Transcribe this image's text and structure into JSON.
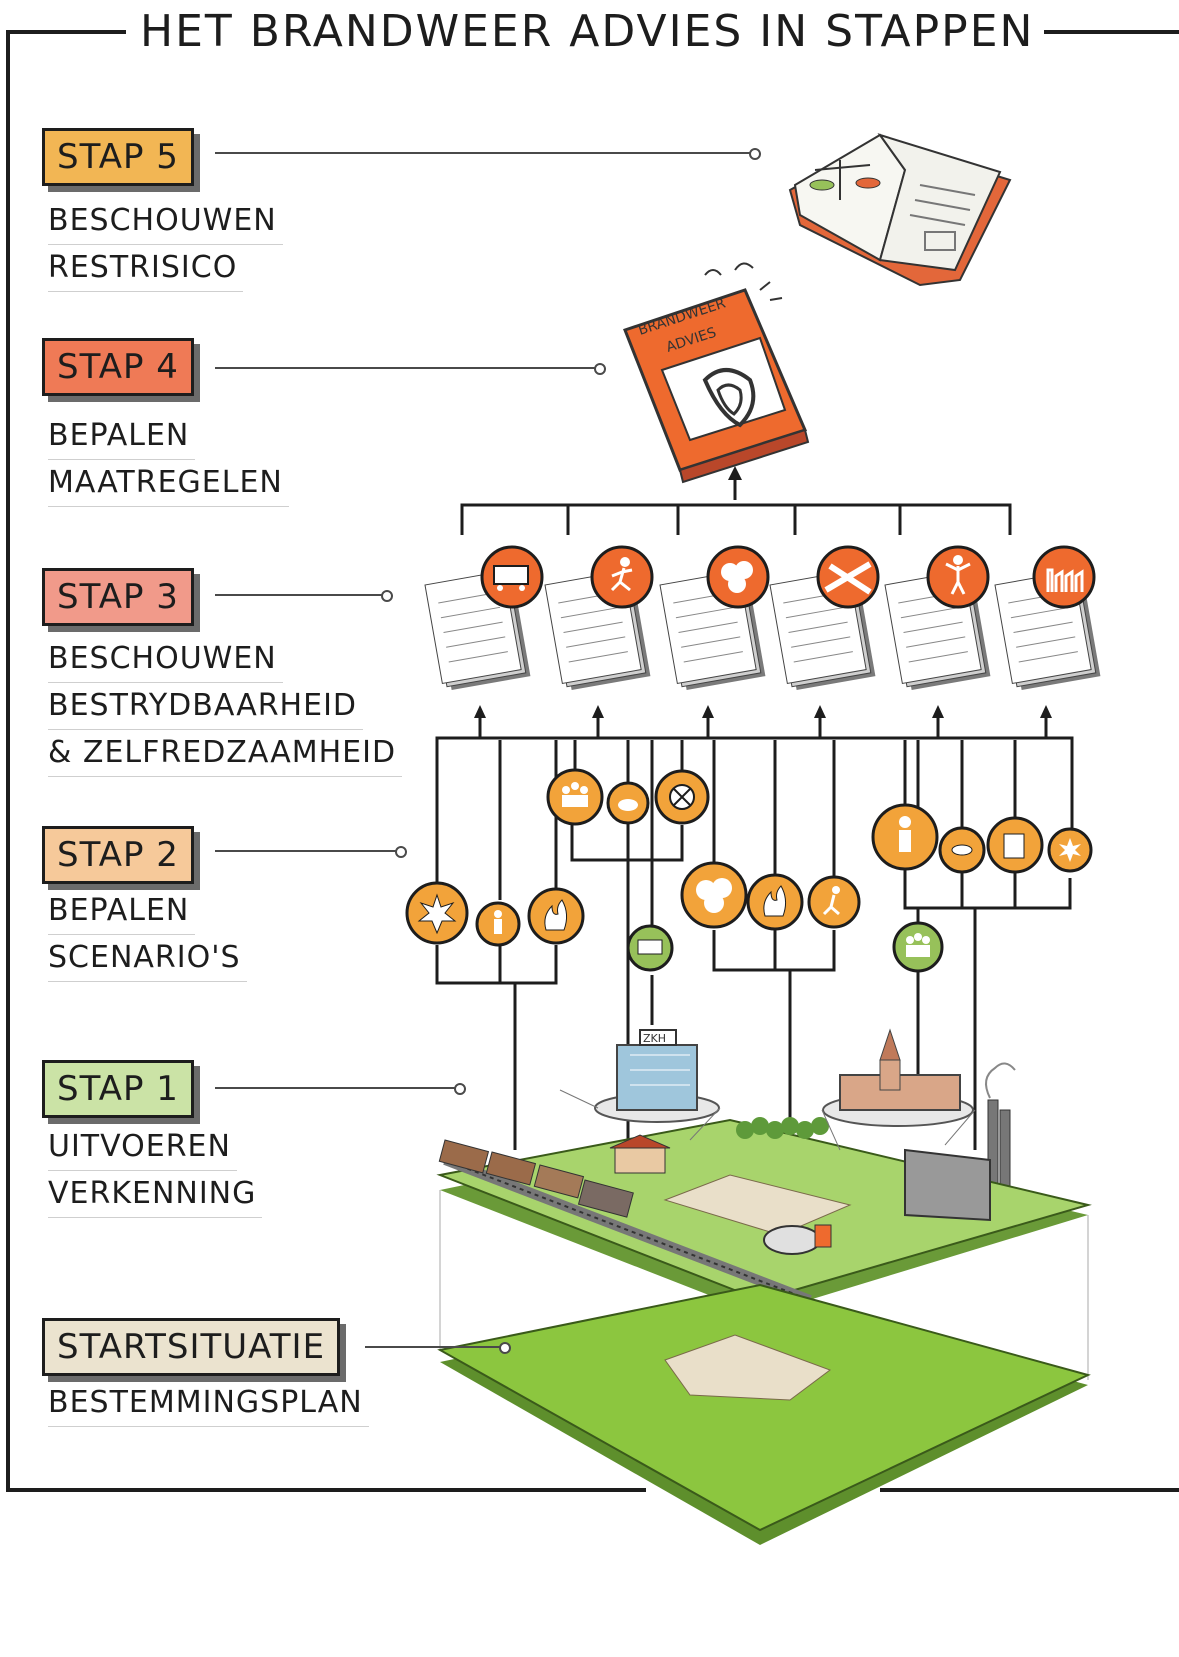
{
  "title": "HET BRANDWEER ADVIES IN STAPPEN",
  "steps": [
    {
      "label": "STAP 5",
      "line1": "BESCHOUWEN",
      "line2": "RESTRISICO",
      "color": "#f2b654"
    },
    {
      "label": "STAP 4",
      "line1": "BEPALEN",
      "line2": "MAATREGELEN",
      "color": "#ef7a56"
    },
    {
      "label": "STAP 3",
      "line1": "BESCHOUWEN",
      "line2": "BESTRYDBAARHEID",
      "line3": "& ZELFREDZAAMHEID",
      "color": "#f19a8a"
    },
    {
      "label": "STAP 2",
      "line1": "BEPALEN",
      "line2": "SCENARIO'S",
      "color": "#f6c99a"
    },
    {
      "label": "STAP 1",
      "line1": "UITVOEREN",
      "line2": "VERKENNING",
      "color": "#cbe3a6"
    },
    {
      "label": "STARTSITUATIE",
      "line1": "BESTEMMINGSPLAN",
      "color": "#ebe3cf"
    }
  ],
  "book": {
    "title_line1": "BRANDWEER",
    "title_line2": "ADVIES"
  },
  "hospital_sign": "ZKH",
  "colors": {
    "accent_orange": "#ee6a2e",
    "scenario_orange": "#f2a33a",
    "green_layer": "#8cc63f",
    "ground": "#a8d46c"
  }
}
